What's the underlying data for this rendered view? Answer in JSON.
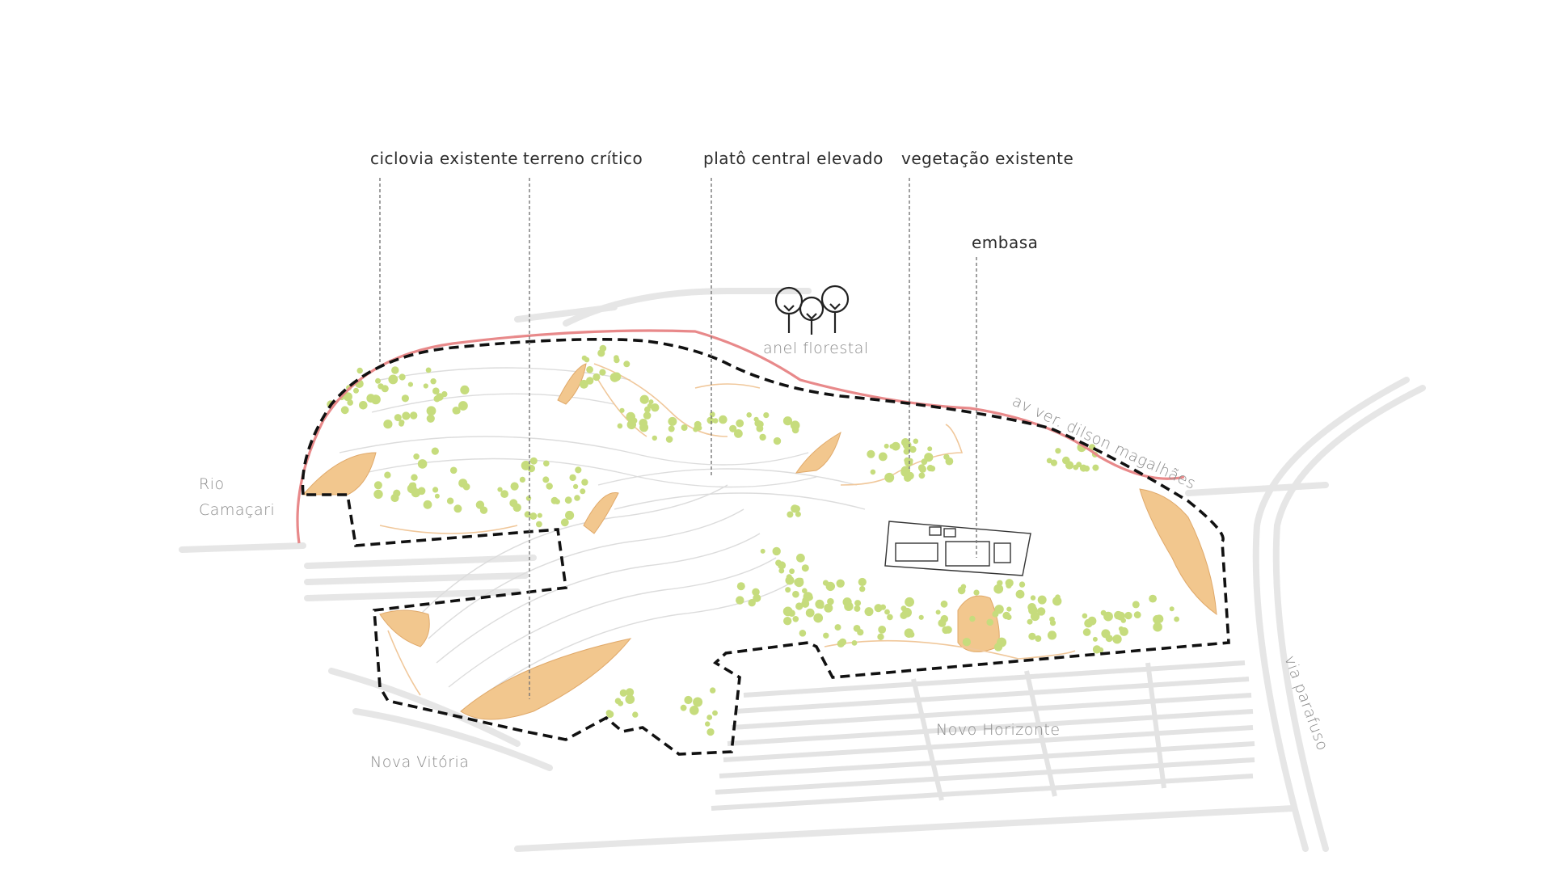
{
  "callouts": [
    {
      "id": "ciclovia",
      "label": "ciclovia existente"
    },
    {
      "id": "terreno",
      "label": "terreno crítico"
    },
    {
      "id": "plato",
      "label": "platô central elevado"
    },
    {
      "id": "vegetacao",
      "label": "vegetação existente"
    },
    {
      "id": "embasa",
      "label": "embasa"
    }
  ],
  "features": {
    "forest_ring": {
      "label": "anel florestal",
      "icon": "trees-icon"
    }
  },
  "places": {
    "rio": [
      "Rio",
      "Camaçari"
    ],
    "nova_vitoria": "Nova Vitória",
    "novo_horizonte": "Novo Horizonte",
    "av": "av ver. dilson magalhães",
    "via": "via parafuso"
  },
  "colors": {
    "boundary": "#111111",
    "cycle_path": "#e8898a",
    "critical_terrain": "#f2c78e",
    "vegetation": "#c6dc7d",
    "roads": "#e6e6e6",
    "contours": "#d8d8d8",
    "leader": "#777777"
  }
}
